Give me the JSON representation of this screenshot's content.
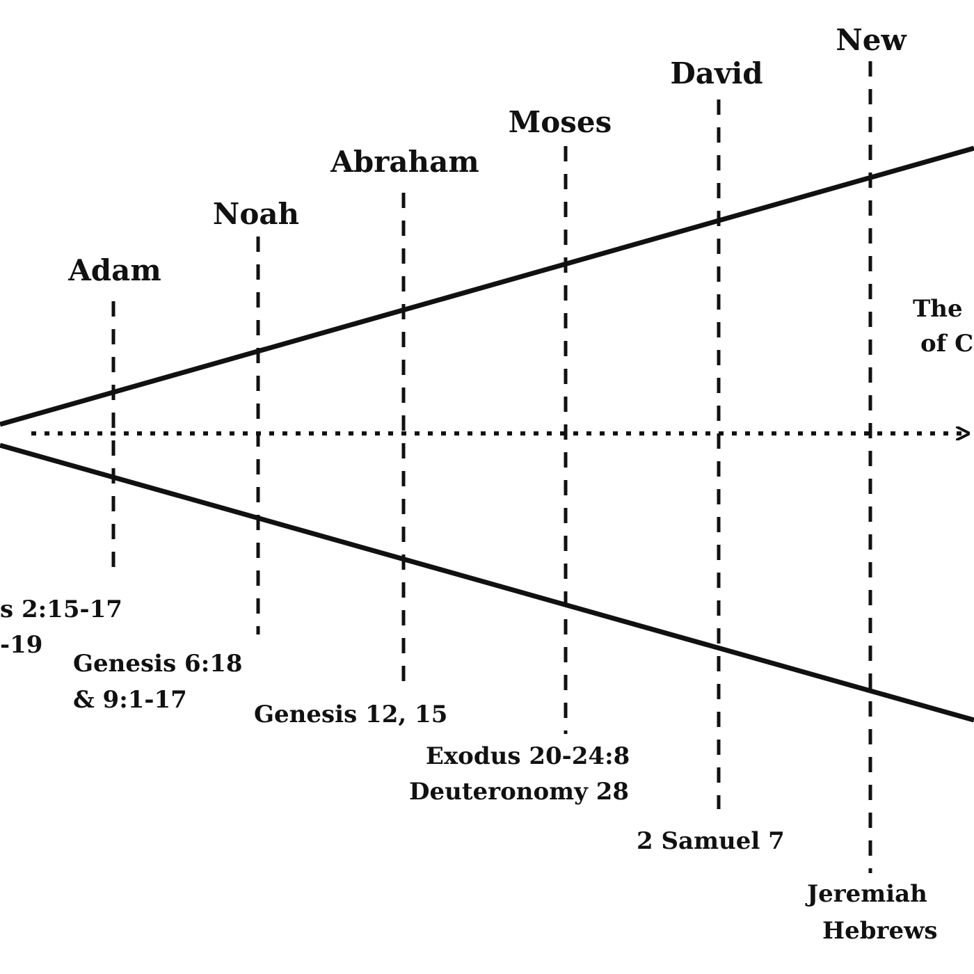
{
  "colors": {
    "ink": "#111111",
    "background": "#ffffff"
  },
  "covenants": [
    {
      "name": "Adam",
      "refs": [
        "s 2:15-17",
        "-19"
      ]
    },
    {
      "name": "Noah",
      "refs": [
        "Genesis 6:18",
        "& 9:1-17"
      ]
    },
    {
      "name": "Abraham",
      "refs": [
        "Genesis 12, 15"
      ]
    },
    {
      "name": "Moses",
      "refs": [
        "Exodus 20-24:8",
        "Deuteronomy 28"
      ]
    },
    {
      "name": "David",
      "refs": [
        "2 Samuel 7"
      ]
    },
    {
      "name": "New",
      "refs": [
        "Jeremiah",
        "Hebrews"
      ]
    }
  ],
  "right_label": [
    "The",
    "of C"
  ]
}
